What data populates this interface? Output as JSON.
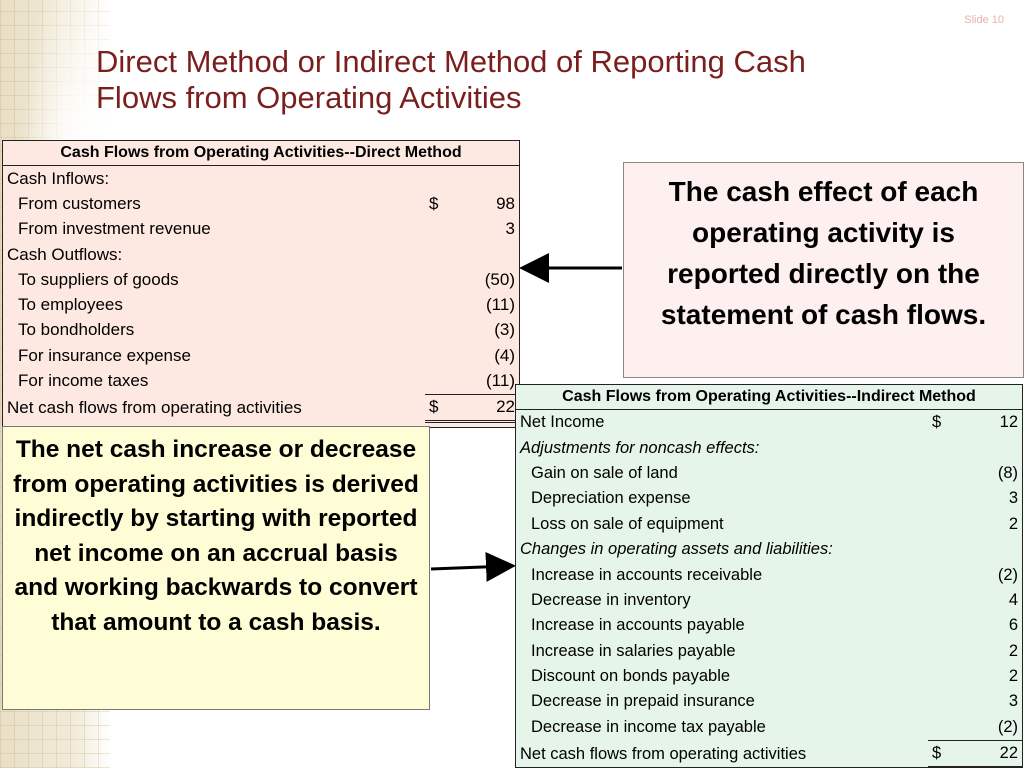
{
  "slide": {
    "number": "Slide 10",
    "title_line1": "Direct Method or Indirect Method of Reporting Cash",
    "title_line2": "Flows from Operating Activities"
  },
  "direct_table": {
    "header": "Cash Flows from Operating Activities--Direct Method",
    "rows": [
      {
        "label": "Cash Inflows:",
        "dollar": "",
        "value": ""
      },
      {
        "label": "From customers",
        "dollar": "$",
        "value": "98"
      },
      {
        "label": "From investment revenue",
        "dollar": "",
        "value": "3"
      },
      {
        "label": "Cash Outflows:",
        "dollar": "",
        "value": ""
      },
      {
        "label": "To suppliers of goods",
        "dollar": "",
        "value": "(50)"
      },
      {
        "label": "To employees",
        "dollar": "",
        "value": "(11)"
      },
      {
        "label": "To bondholders",
        "dollar": "",
        "value": "(3)"
      },
      {
        "label": "For insurance expense",
        "dollar": "",
        "value": "(4)"
      },
      {
        "label": "For income taxes",
        "dollar": "",
        "value": "(11)"
      },
      {
        "label": "Net cash flows from operating activities",
        "dollar": "$",
        "value": "22"
      }
    ]
  },
  "indirect_table": {
    "header": "Cash Flows from Operating Activities--Indirect Method",
    "rows": [
      {
        "label": "Net Income",
        "dollar": "$",
        "value": "12"
      },
      {
        "label": "Adjustments for noncash effects:",
        "dollar": "",
        "value": ""
      },
      {
        "label": "Gain on sale of land",
        "dollar": "",
        "value": "(8)"
      },
      {
        "label": "Depreciation expense",
        "dollar": "",
        "value": "3"
      },
      {
        "label": "Loss on sale of equipment",
        "dollar": "",
        "value": "2"
      },
      {
        "label": "Changes in operating assets and liabilities:",
        "dollar": "",
        "value": ""
      },
      {
        "label": "Increase in accounts receivable",
        "dollar": "",
        "value": "(2)"
      },
      {
        "label": "Decrease in inventory",
        "dollar": "",
        "value": "4"
      },
      {
        "label": "Increase in accounts payable",
        "dollar": "",
        "value": "6"
      },
      {
        "label": "Increase in salaries payable",
        "dollar": "",
        "value": "2"
      },
      {
        "label": "Discount on bonds payable",
        "dollar": "",
        "value": "2"
      },
      {
        "label": "Decrease in prepaid insurance",
        "dollar": "",
        "value": "3"
      },
      {
        "label": "Decrease in income tax payable",
        "dollar": "",
        "value": "(2)"
      },
      {
        "label": "Net cash flows from operating activities",
        "dollar": "$",
        "value": "22"
      }
    ]
  },
  "callouts": {
    "direct": "The cash effect of each operating activity is reported directly on the statement of cash flows.",
    "indirect": "The net cash increase or decrease from operating activities is derived indirectly by starting with reported net income on an accrual basis and working backwards to convert that amount to a cash basis."
  },
  "colors": {
    "title": "#7b1e1e",
    "direct_bg": "#fde9e1",
    "indirect_bg": "#e6f5e9",
    "callout_direct_bg": "#fdf0ef",
    "callout_indirect_bg": "#fefdd6"
  }
}
